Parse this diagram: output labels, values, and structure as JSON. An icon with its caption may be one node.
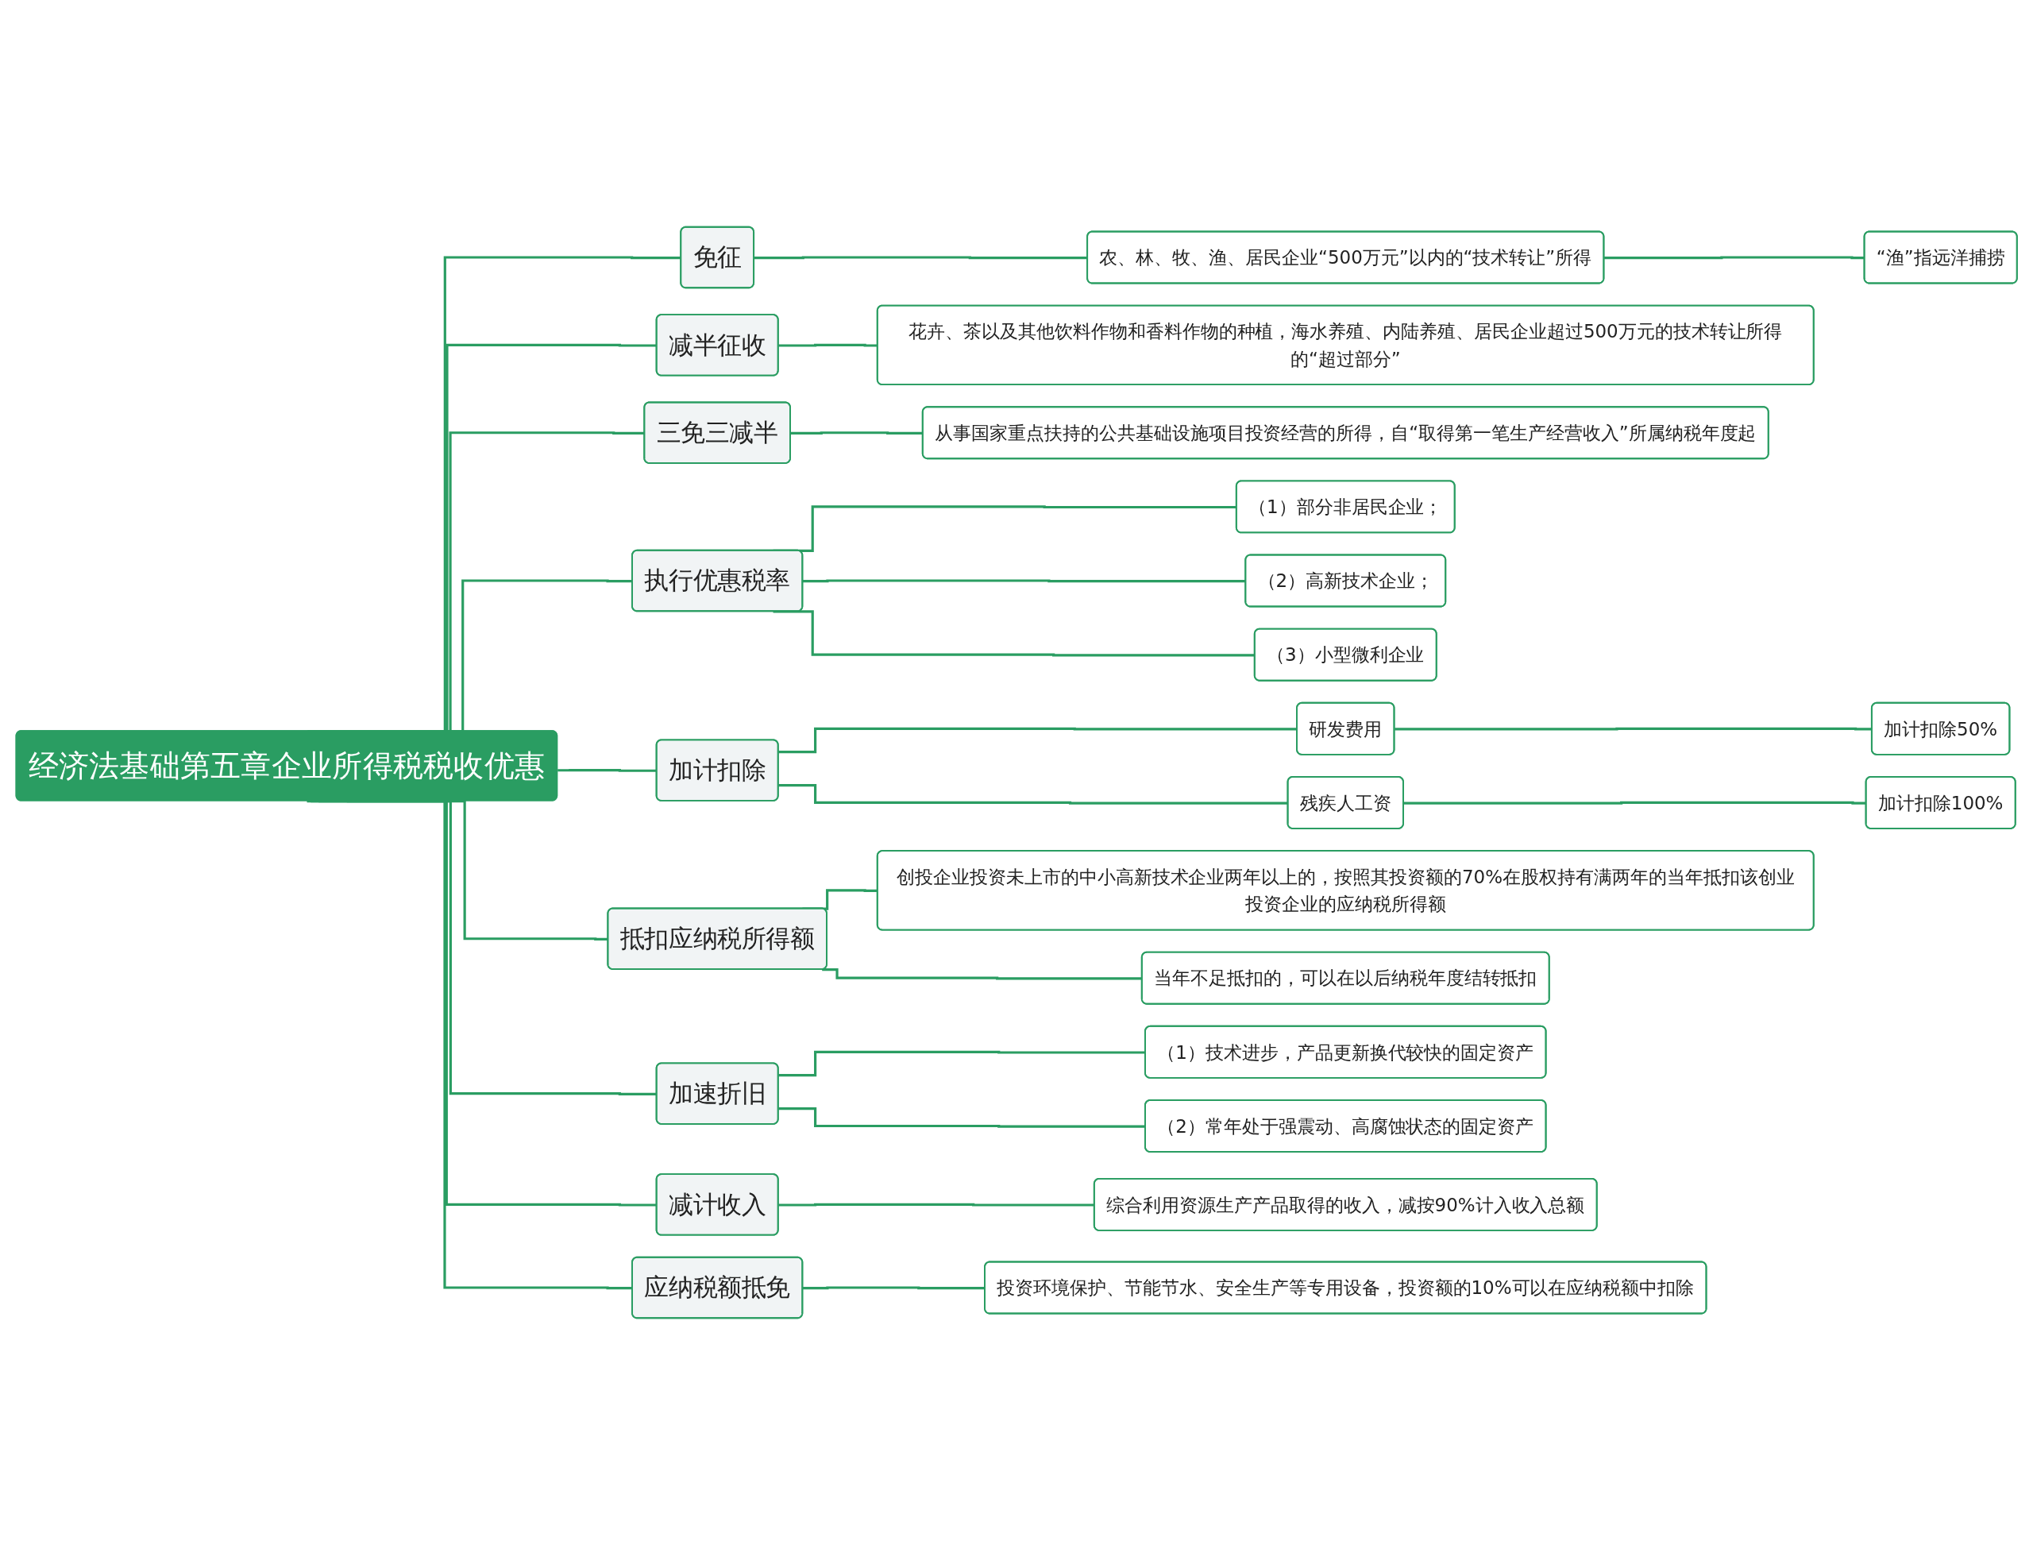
{
  "diagram": {
    "nodes": [
      {
        "text": [
          "经济法基础第五章企业所得税税收优惠"
        ]
      },
      {
        "text": [
          "免征"
        ]
      },
      {
        "text": [
          "农、林、牧、渔、居民企业“500万元”以内的“技术转让”所得"
        ]
      },
      {
        "text": [
          "“渔”指远洋捕捞"
        ]
      },
      {
        "text": [
          "减半征收"
        ]
      },
      {
        "text": [
          "花卉、茶以及其他饮料作物和香料作物的种植，海水养殖、内陆养殖、居民企业超过500万元的技术转让所得的“超过部分”"
        ]
      },
      {
        "text": [
          "三免三减半"
        ]
      },
      {
        "text": [
          "从事国家重点扶持的公共基础设施项目投资经营的所得，自“取得第一笔生产经营收入”所属纳税年度起"
        ]
      },
      {
        "text": [
          "执行优惠税率"
        ]
      },
      {
        "text": [
          "（1）部分非居民企业；"
        ]
      },
      {
        "text": [
          "（2）高新技术企业；"
        ]
      },
      {
        "text": [
          "（3）小型微利企业"
        ]
      },
      {
        "text": [
          "加计扣除"
        ]
      },
      {
        "text": [
          "研发费用"
        ]
      },
      {
        "text": [
          "加计扣除50%"
        ]
      },
      {
        "text": [
          "残疾人工资"
        ]
      },
      {
        "text": [
          "加计扣除100%"
        ]
      },
      {
        "text": [
          "抵扣应纳税所得额"
        ]
      },
      {
        "text": [
          "创投企业投资未上市的中小高新技术企业两年以上的，按照其投资额的70%在股权持有满两年的当年抵扣该创业投资企业的应纳税所得额"
        ]
      },
      {
        "text": [
          "当年不足抵扣的，可以在以后纳税年度结转抵扣"
        ]
      },
      {
        "text": [
          "加速折旧"
        ]
      },
      {
        "text": [
          "（1）技术进步，产品更新换代较快的固定资产"
        ]
      },
      {
        "text": [
          "（2）常年处于强震动、高腐蚀状态的固定资产"
        ]
      },
      {
        "text": [
          "减计收入"
        ]
      },
      {
        "text": [
          "综合利用资源生产产品取得的收入，减按90%计入收入总额"
        ]
      },
      {
        "text": [
          "应纳税额抵免"
        ]
      },
      {
        "text": [
          "投资环境保护、节能节水、安全生产等专用设备，投资额的10%可以在应纳税额中扣除"
        ]
      }
    ],
    "edges": [
      {
        "from": 0,
        "to": 1,
        "arrow": "none"
      },
      {
        "from": 1,
        "to": 2,
        "arrow": "none"
      },
      {
        "from": 2,
        "to": 3,
        "arrow": "none"
      },
      {
        "from": 0,
        "to": 4,
        "arrow": "none"
      },
      {
        "from": 4,
        "to": 5,
        "arrow": "none"
      },
      {
        "from": 0,
        "to": 6,
        "arrow": "none"
      },
      {
        "from": 6,
        "to": 7,
        "arrow": "none"
      },
      {
        "from": 0,
        "to": 8,
        "arrow": "none"
      },
      {
        "from": 8,
        "to": 9,
        "arrow": "none"
      },
      {
        "from": 8,
        "to": 10,
        "arrow": "none"
      },
      {
        "from": 8,
        "to": 11,
        "arrow": "none"
      },
      {
        "from": 0,
        "to": 12,
        "arrow": "none"
      },
      {
        "from": 12,
        "to": 13,
        "arrow": "none"
      },
      {
        "from": 13,
        "to": 14,
        "arrow": "none"
      },
      {
        "from": 12,
        "to": 15,
        "arrow": "none"
      },
      {
        "from": 15,
        "to": 16,
        "arrow": "none"
      },
      {
        "from": 0,
        "to": 17,
        "arrow": "none"
      },
      {
        "from": 17,
        "to": 18,
        "arrow": "none"
      },
      {
        "from": 17,
        "to": 19,
        "arrow": "none"
      },
      {
        "from": 0,
        "to": 20,
        "arrow": "none"
      },
      {
        "from": 20,
        "to": 21,
        "arrow": "none"
      },
      {
        "from": 20,
        "to": 22,
        "arrow": "none"
      },
      {
        "from": 0,
        "to": 23,
        "arrow": "none"
      },
      {
        "from": 23,
        "to": 24,
        "arrow": "none"
      },
      {
        "from": 0,
        "to": 25,
        "arrow": "none"
      },
      {
        "from": 25,
        "to": 26,
        "arrow": "none"
      }
    ]
  }
}
